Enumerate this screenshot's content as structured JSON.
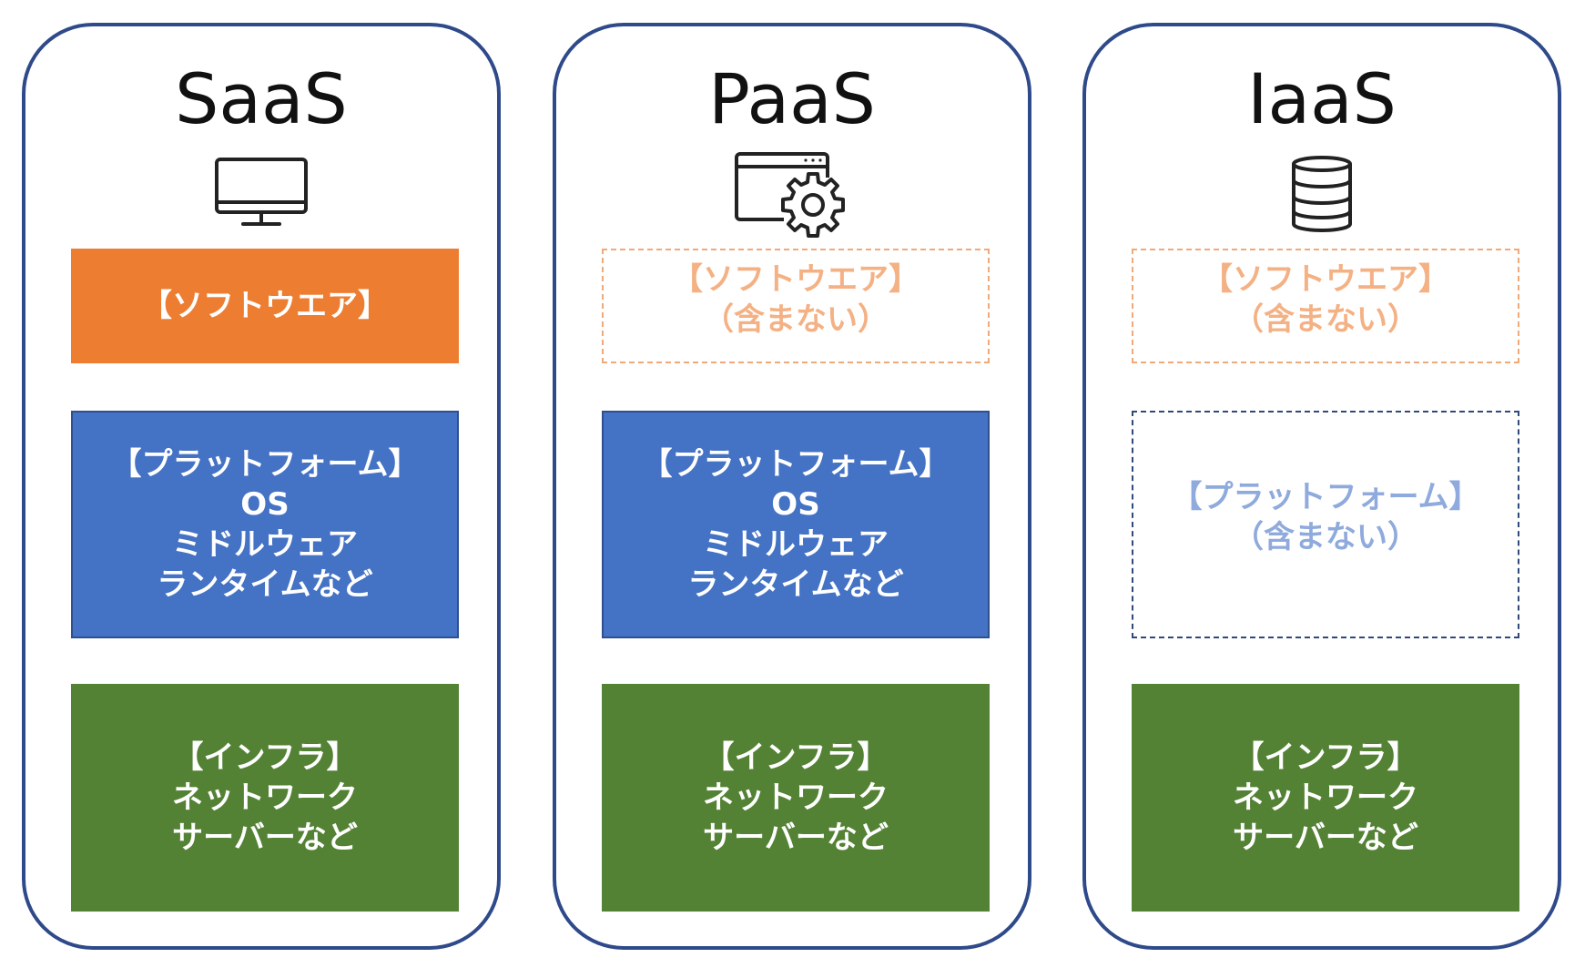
{
  "colors": {
    "column_border": "#2f4a8a",
    "software": "#ed7d31",
    "software_excluded_text": "#f4b184",
    "platform": "#4472c4",
    "platform_excluded_text": "#8faadc",
    "infra": "#548235"
  },
  "columns": [
    {
      "title": "SaaS",
      "icon": "monitor-icon",
      "software": {
        "line1": "【ソフトウエア】"
      },
      "platform": {
        "line1": "【プラットフォーム】",
        "line2": "OS",
        "line3": "ミドルウェア",
        "line4": "ランタイムなど"
      },
      "infra": {
        "line1": "【インフラ】",
        "line2": "ネットワーク",
        "line3": "サーバーなど"
      }
    },
    {
      "title": "PaaS",
      "icon": "browser-gear-icon",
      "software": {
        "line1": "【ソフトウエア】",
        "line2": "（含まない）"
      },
      "platform": {
        "line1": "【プラットフォーム】",
        "line2": "OS",
        "line3": "ミドルウェア",
        "line4": "ランタイムなど"
      },
      "infra": {
        "line1": "【インフラ】",
        "line2": "ネットワーク",
        "line3": "サーバーなど"
      }
    },
    {
      "title": "IaaS",
      "icon": "database-icon",
      "software": {
        "line1": "【ソフトウエア】",
        "line2": "（含まない）"
      },
      "platform": {
        "line1": "【プラットフォーム】",
        "line2": "（含まない）"
      },
      "infra": {
        "line1": "【インフラ】",
        "line2": "ネットワーク",
        "line3": "サーバーなど"
      }
    }
  ]
}
